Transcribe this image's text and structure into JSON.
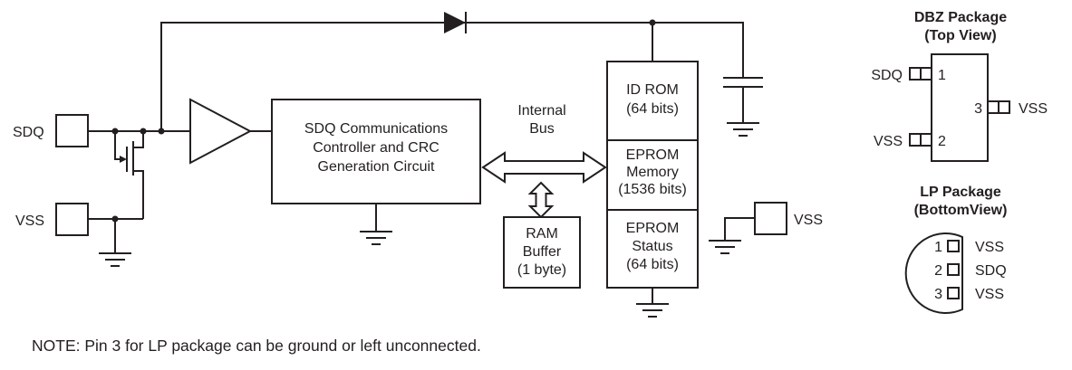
{
  "meta": {
    "note": "NOTE: Pin 3 for LP package can be ground or left unconnected."
  },
  "diagram": {
    "pads": {
      "sdq": "SDQ",
      "vss": "VSS",
      "vss_right": "VSS"
    },
    "controller": [
      "SDQ Communications",
      "Controller and CRC",
      "Generation Circuit"
    ],
    "internal_bus": [
      "Internal",
      "Bus"
    ],
    "id_rom": [
      "ID ROM",
      "(64 bits)"
    ],
    "eprom_memory": [
      "EPROM",
      "Memory",
      "(1536 bits)"
    ],
    "eprom_status": [
      "EPROM",
      "Status",
      "(64 bits)"
    ],
    "ram_buffer": [
      "RAM",
      "Buffer",
      "(1 byte)"
    ],
    "icons": [
      "diode-icon",
      "capacitor-icon",
      "mosfet-icon",
      "buffer-amplifier-icon",
      "ground-icon"
    ]
  },
  "dbz": {
    "title": [
      "DBZ Package",
      "(Top View)"
    ],
    "pins": [
      {
        "num": "1",
        "label": "SDQ"
      },
      {
        "num": "2",
        "label": "VSS"
      },
      {
        "num": "3",
        "label": "VSS"
      }
    ]
  },
  "lp": {
    "title": [
      "LP Package",
      "(BottomView)"
    ],
    "pins": [
      {
        "num": "1",
        "label": "VSS"
      },
      {
        "num": "2",
        "label": "SDQ"
      },
      {
        "num": "3",
        "label": "VSS"
      }
    ]
  },
  "colors": {
    "line": "#231f20",
    "text": "#231f20",
    "background": "#ffffff"
  }
}
